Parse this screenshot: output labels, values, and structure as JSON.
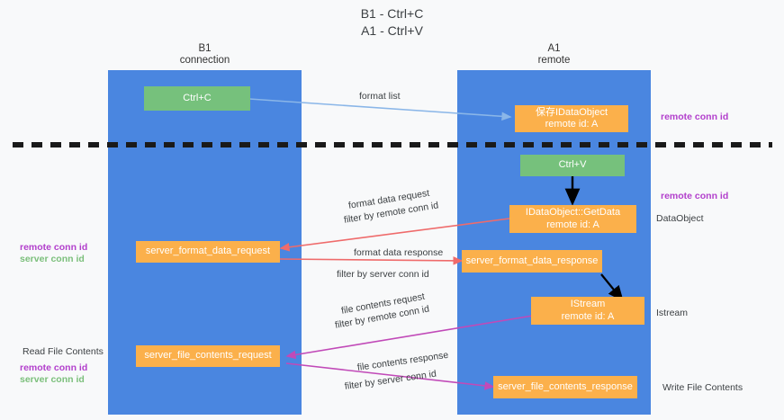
{
  "title": {
    "line1": "B1 - Ctrl+C",
    "line2": "A1 - Ctrl+V"
  },
  "lanes": [
    {
      "name": "B1",
      "sub": "connection"
    },
    {
      "name": "A1",
      "sub": "remote"
    }
  ],
  "nodes": {
    "ctrl_c": "Ctrl+C",
    "ctrl_v": "Ctrl+V",
    "save_idataobject_l1": "保存IDataObject",
    "save_idataobject_l2": "remote id: A",
    "getdata_l1": "IDataObject::GetData",
    "getdata_l2": "remote id: A",
    "istream_l1": "IStream",
    "istream_l2": "remote id: A",
    "server_format_data_request": "server_format_data_request",
    "server_format_data_response": "server_format_data_response",
    "server_file_contents_request": "server_file_contents_request",
    "server_file_contents_response": "server_file_contents_response"
  },
  "edges": {
    "format_list": "format list",
    "format_data_request": "format data request",
    "format_data_request_filter_prefix": "filter by ",
    "format_data_request_filter_key": "remote conn id",
    "format_data_response": "format data response",
    "format_data_response_filter_prefix": "filter by ",
    "format_data_response_filter_key": "server conn id",
    "file_contents_request": "file contents request",
    "file_contents_request_filter_prefix": "filter by ",
    "file_contents_request_filter_key": "remote conn id",
    "file_contents_response": "file contents response",
    "file_contents_response_filter_prefix": "filter by ",
    "file_contents_response_filter_key": "server conn id"
  },
  "annotations": {
    "right_remote_conn_id_top": "remote conn id",
    "right_remote_conn_id_mid": "remote conn id",
    "right_dataobject": "DataObject",
    "right_istream": "Istream",
    "right_write_file_contents": "Write File Contents",
    "left_remote_conn_id_mid": "remote conn id",
    "left_server_conn_id_mid": "server conn id",
    "left_read_file_contents": "Read File Contents",
    "left_remote_conn_id_bottom": "remote conn id",
    "left_server_conn_id_bottom": "server conn id"
  },
  "colors": {
    "lane": "#4a86e0",
    "green_node": "#76c17c",
    "orange_node": "#fbb04b",
    "purple_text": "#b23fcc",
    "magenta_text": "#c23fb0",
    "green_text": "#7bbf7b",
    "arrow_blue": "#8ab6e8",
    "arrow_red": "#ef6b6b",
    "arrow_magenta": "#c14ab8",
    "arrow_black": "#000000",
    "divider": "#1a1a1a",
    "background": "#f8f9fa"
  }
}
